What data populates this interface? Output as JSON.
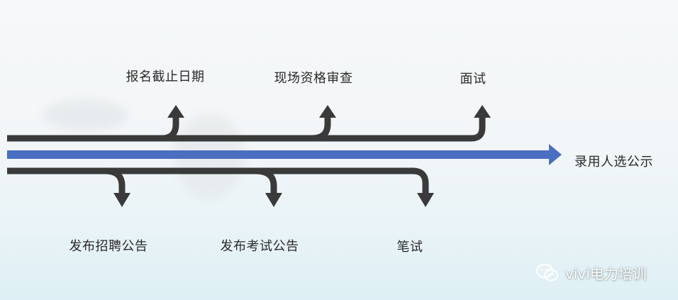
{
  "diagram": {
    "top_labels": [
      "报名截止日期",
      "现场资格审查",
      "面试"
    ],
    "bottom_labels": [
      "发布招聘公告",
      "发布考试公告",
      "笔试"
    ],
    "end_label": "录用人选公示"
  },
  "watermark": {
    "text": "vivi电力培训",
    "icon": "wechat-icon"
  },
  "colors": {
    "dark_track": "#3a3a3a",
    "main_arrow": "#4a6fc0"
  }
}
